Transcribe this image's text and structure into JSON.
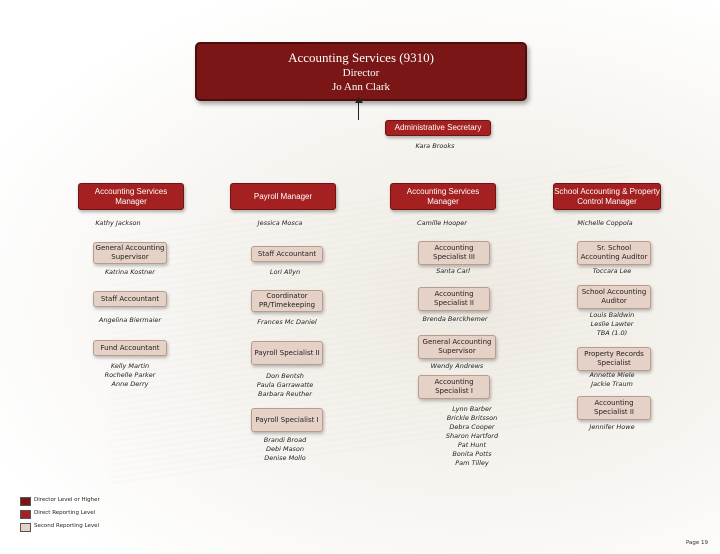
{
  "director": {
    "title": "Accounting Services (9310)",
    "role": "Director",
    "name": "Jo Ann Clark"
  },
  "admin": {
    "title": "Administrative Secretary",
    "name": "Kara Brooks"
  },
  "columns": [
    {
      "title": "Accounting Services Manager",
      "name": "Kathy Jackson",
      "groups": [
        {
          "title": "General Accounting Supervisor",
          "names": "Katrina Kostner"
        },
        {
          "title": "Staff Accountant",
          "names": "Angelina Biermaier"
        },
        {
          "title": "Fund Accountant",
          "names": "Kelly Martin\nRochelle Parker\nAnne Derry"
        }
      ]
    },
    {
      "title": "Payroll Manager",
      "name": "Jessica Mosca",
      "groups": [
        {
          "title": "Staff Accountant",
          "names": "Lori Allyn"
        },
        {
          "title": "Coordinator PR/Timekeeping",
          "names": "Frances Mc Daniel"
        },
        {
          "title": "Payroll Specialist II",
          "names": "Don Bentsh\nPaula Garrawatte\nBarbara Reuther"
        },
        {
          "title": "Payroll Specialist I",
          "names": "Brandi Broad\nDebi Mason\nDenise Mollo"
        }
      ]
    },
    {
      "title": "Accounting Services Manager",
      "name": "Camille Hooper",
      "groups": [
        {
          "title": "Accounting Specialist III",
          "names": "Santa Carl"
        },
        {
          "title": "Accounting Specialist II",
          "names": "Brenda Berckhemer"
        },
        {
          "title": "General Accounting Supervisor",
          "names": "Wendy Andrews"
        },
        {
          "title": "Accounting Specialist I",
          "names": "Lynn Barber\nBrickle Britsson\nDebra Cooper\nSharon Hartford\nPat Hunt\nBonita Potts\nPam Tilley"
        }
      ]
    },
    {
      "title": "School Accounting & Property Control Manager",
      "name": "Michelle Coppola",
      "groups": [
        {
          "title": "Sr. School Accounting Auditor",
          "names": "Toccara Lee"
        },
        {
          "title": "School Accounting Auditor",
          "names": "Louis Baldwin\nLeslie Lawter\nTBA (1.0)"
        },
        {
          "title": "Property Records Specialist",
          "names": "Annette Miele\nJackie Traum"
        },
        {
          "title": "Accounting Specialist II",
          "names": "Jennifer Howe"
        }
      ]
    }
  ],
  "legend": [
    {
      "label": "Director Level or Higher",
      "color": "#7b1616"
    },
    {
      "label": "Direct Reporting Level",
      "color": "#a52020"
    },
    {
      "label": "Second Reporting Level",
      "color": "#e5d1c6"
    }
  ],
  "page": "Page 19"
}
